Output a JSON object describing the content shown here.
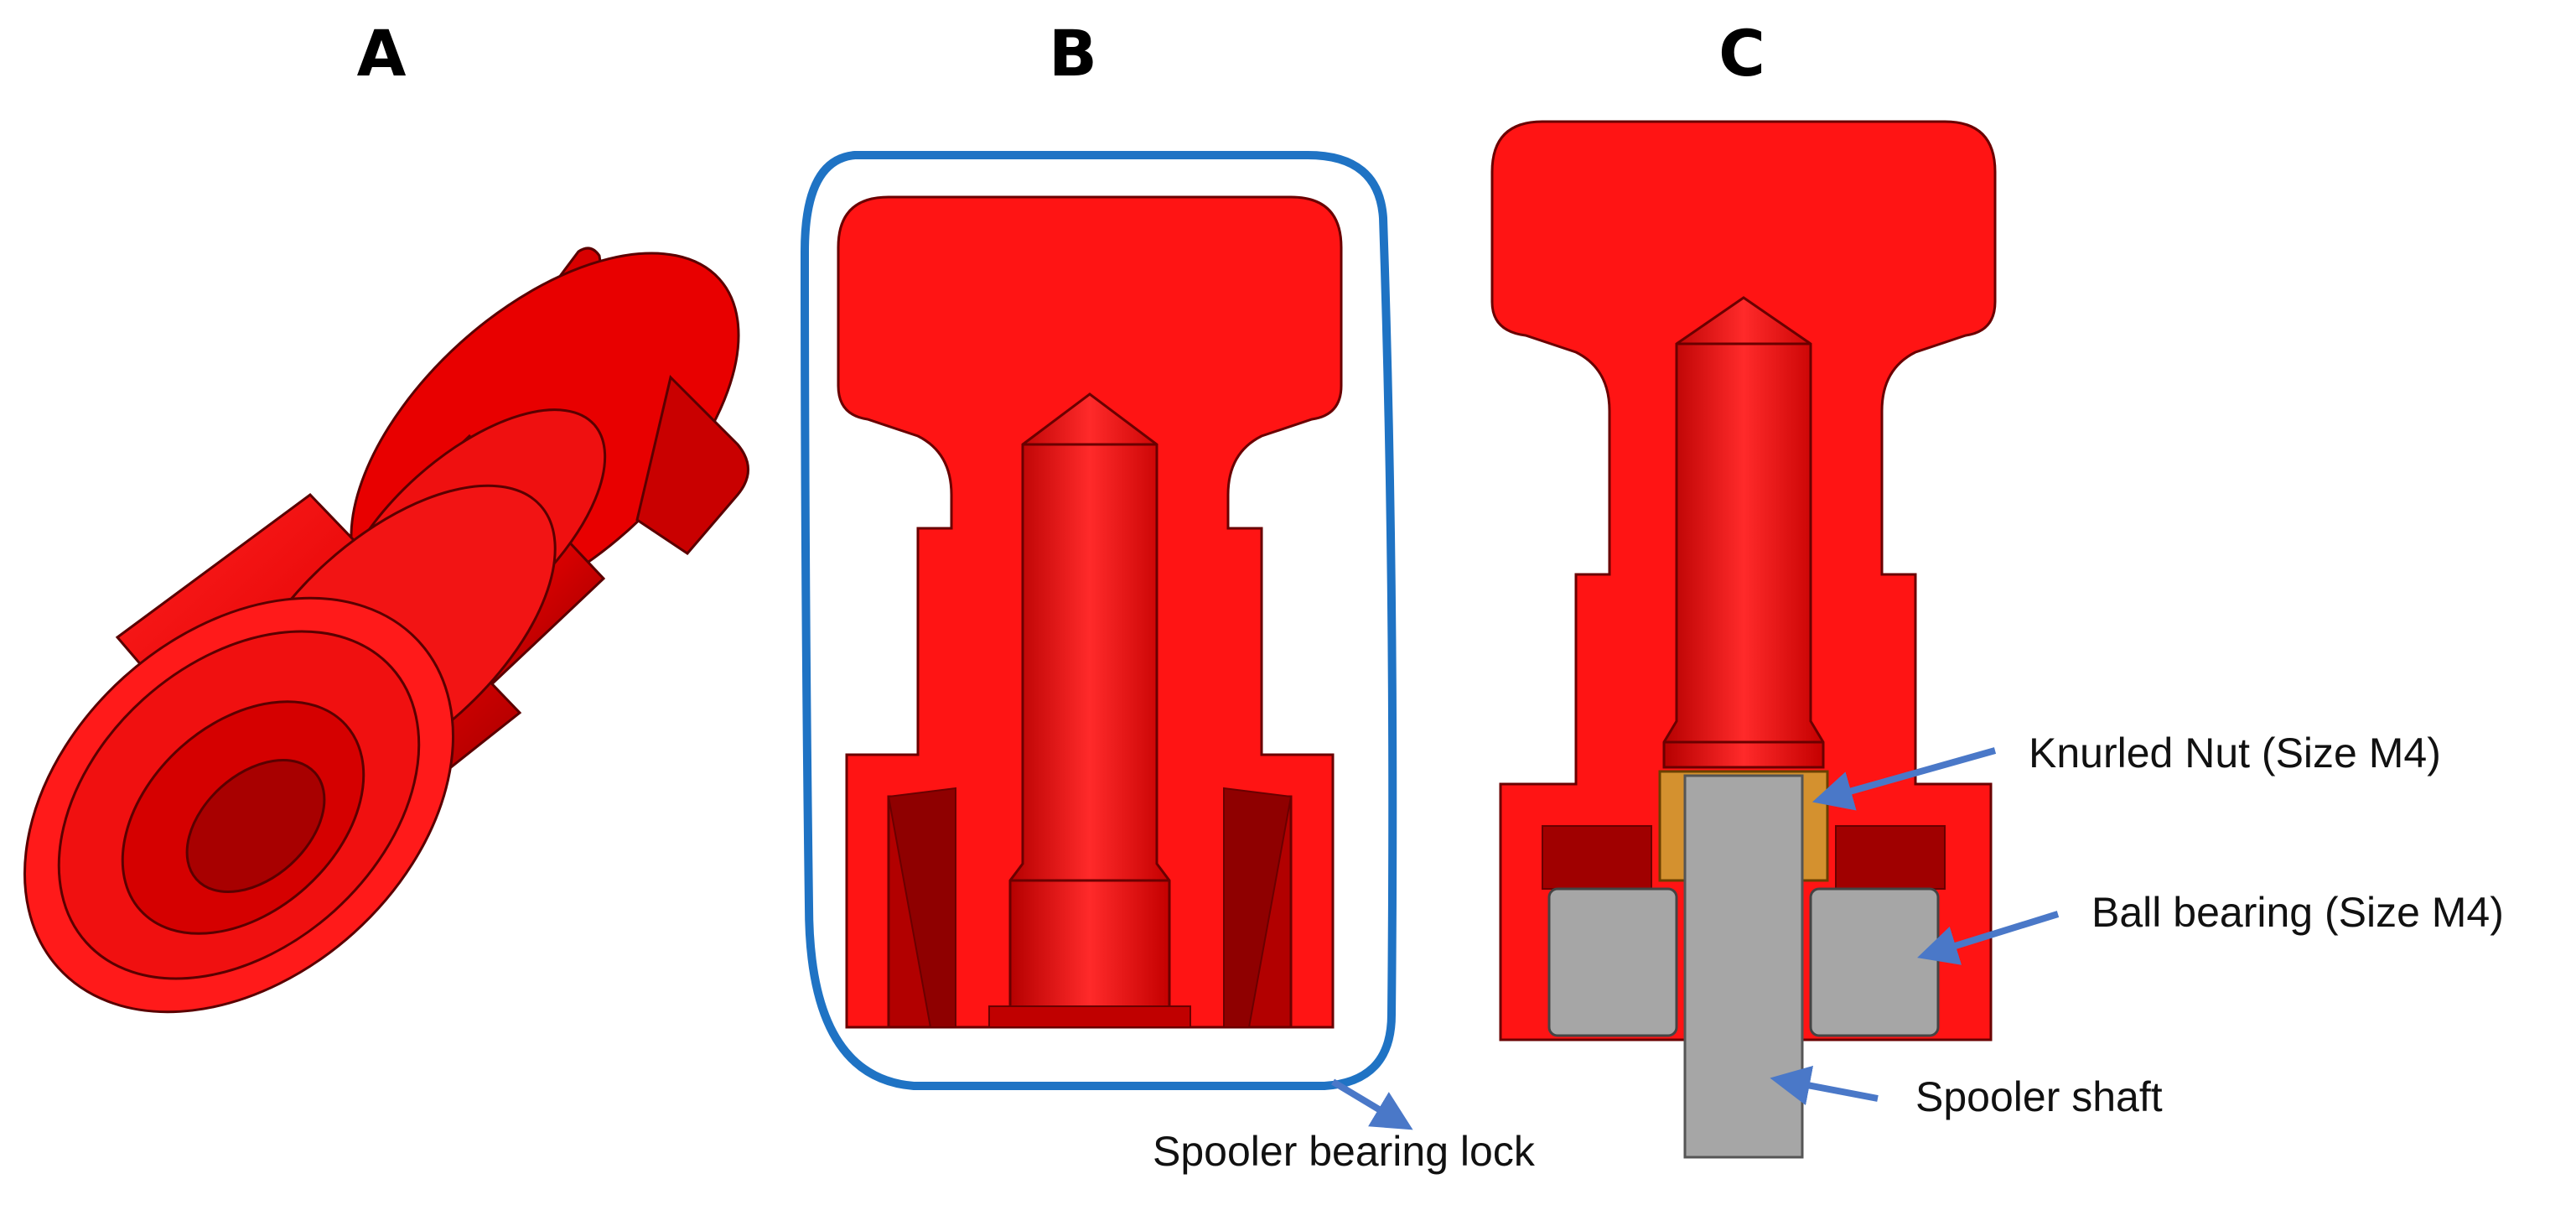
{
  "panels": [
    {
      "letter": "A"
    },
    {
      "letter": "B"
    },
    {
      "letter": "C"
    }
  ],
  "labels": {
    "knurled_nut": "Knurled Nut (Size M4)",
    "ball_bearing": "Ball bearing (Size M4)",
    "spooler_shaft": "Spooler shaft",
    "bearing_lock": "Spooler bearing lock"
  },
  "colors": {
    "part_red": "#ff1a1a",
    "part_dark": "#b80000",
    "outline_blue": "#1f73c4",
    "arrow_blue": "#4a78c8",
    "bearing_grey": "#a6a6a6",
    "nut_brass": "#d4912f"
  }
}
